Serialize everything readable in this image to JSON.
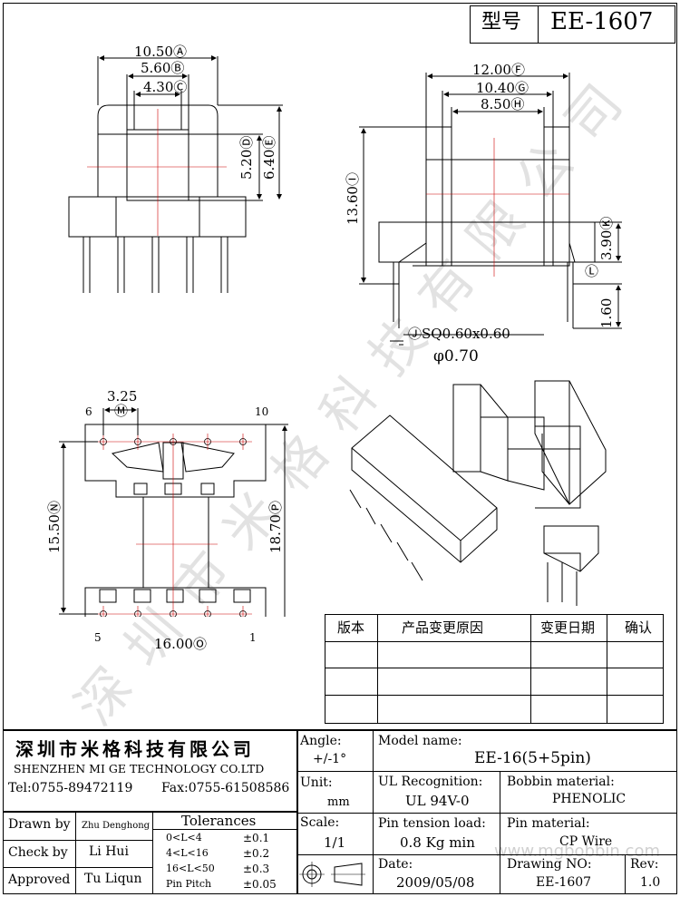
{
  "header": {
    "type_label": "型号",
    "part_number": "EE-1607"
  },
  "watermark": {
    "text": "深圳市米格科技有限公司",
    "url": "www.mgbobbin.com"
  },
  "drawing": {
    "top_left_dims": {
      "a": "10.50Ⓐ",
      "b": "5.60Ⓑ",
      "c": "4.30Ⓒ",
      "d": "5.20Ⓓ",
      "e": "6.40Ⓔ"
    },
    "top_right_dims": {
      "f": "12.00Ⓕ",
      "g": "10.40Ⓖ",
      "h": "8.50Ⓗ",
      "i": "13.60Ⓘ",
      "k": "3.90Ⓚ",
      "l": "Ⓛ",
      "l_value": "1.60",
      "j": "ⒿSQ0.60x0.60",
      "phi": "φ0.70"
    },
    "bottom_view_dims": {
      "m": "3.25",
      "m_label": "Ⓜ",
      "n": "15.50Ⓝ",
      "p": "18.70Ⓟ",
      "o": "16.00Ⓞ",
      "pin6": "6",
      "pin10": "10",
      "pin5": "5",
      "pin1": "1"
    }
  },
  "revision_table": {
    "headers": [
      "版本",
      "产品变更原因",
      "变更日期",
      "确认"
    ],
    "rows": [
      [
        "",
        "",
        "",
        ""
      ],
      [
        "",
        "",
        "",
        ""
      ],
      [
        "",
        "",
        "",
        ""
      ]
    ]
  },
  "company": {
    "name_cn": "深圳市米格科技有限公司",
    "name_en": "SHENZHEN  MI GE TECHNOLOGY  CO.LTD",
    "tel": "Tel:0755-89472119",
    "fax": "Fax:0755-61508586"
  },
  "title_block": {
    "angle_label": "Angle:",
    "angle_value": "+/-1°",
    "unit_label": "Unit:",
    "unit_value": "mm",
    "scale_label": "Scale:",
    "scale_value": "1/1",
    "model_label": "Model name:",
    "model_value": "EE-16(5+5pin)",
    "ul_label": "UL Recognition:",
    "ul_value": "UL 94V-0",
    "bobbin_label": "Bobbin material:",
    "bobbin_value": "PHENOLIC",
    "tension_label": "Pin tension load:",
    "tension_value": "0.8 Kg min",
    "pin_label": "Pin material:",
    "pin_value": "CP Wire",
    "date_label": "Date:",
    "date_value": "2009/05/08",
    "drawing_no_label": "Drawing NO:",
    "drawing_no_value": "EE-1607",
    "rev_label": "Rev:",
    "rev_value": "1.0"
  },
  "signoff": [
    {
      "label": "Drawn by",
      "name": "Zhu Denghong"
    },
    {
      "label": "Check by",
      "name": "Li Hui"
    },
    {
      "label": "Approved",
      "name": "Tu Liqun"
    }
  ],
  "tolerances": {
    "title": "Tolerances",
    "rows": [
      {
        "range": "0<L<4",
        "value": "±0.1"
      },
      {
        "range": "4<L<16",
        "value": "±0.2"
      },
      {
        "range": "16<L<50",
        "value": "±0.3"
      },
      {
        "range": "Pin Pitch",
        "value": "±0.05"
      }
    ]
  }
}
